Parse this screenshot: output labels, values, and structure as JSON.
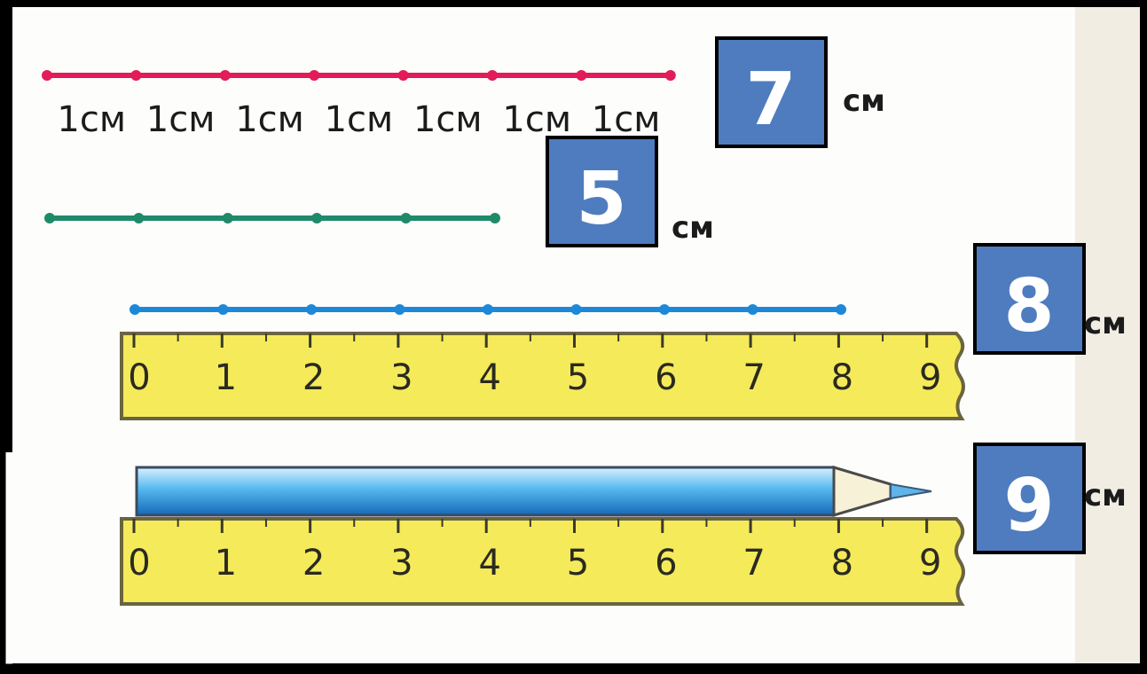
{
  "unit_label": "1см",
  "unit_symbol": "см",
  "segments": [
    {
      "units": 7,
      "color": "#e21b5a"
    },
    {
      "units": 5,
      "color": "#1f8a6a"
    },
    {
      "units": 8,
      "color": "#1e88d8"
    }
  ],
  "answers": [
    {
      "value": "7",
      "unit": "см"
    },
    {
      "value": "5",
      "unit": "см"
    },
    {
      "value": "8",
      "unit": "см"
    },
    {
      "value": "9",
      "unit": "см"
    }
  ],
  "rulers": [
    {
      "ticks": [
        "0",
        "1",
        "2",
        "3",
        "4",
        "5",
        "6",
        "7",
        "8",
        "9"
      ]
    },
    {
      "ticks": [
        "0",
        "1",
        "2",
        "3",
        "4",
        "5",
        "6",
        "7",
        "8",
        "9"
      ]
    }
  ],
  "pencil": {
    "length_cm": 9,
    "body_color": "#2f9be0"
  },
  "colors": {
    "answer_box": "#4f7cbf",
    "ruler_fill": "#f5ea5a",
    "paper": "#fdfdfb"
  }
}
